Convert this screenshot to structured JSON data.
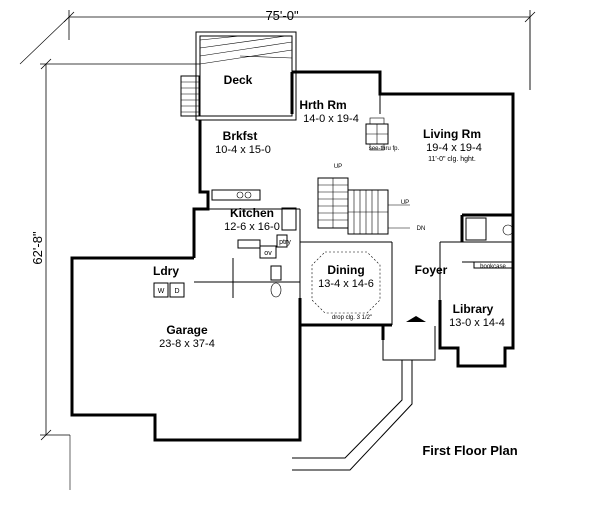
{
  "title": "First Floor Plan",
  "overall_width": "75'-0\"",
  "overall_depth": "62'-8\"",
  "rooms": [
    {
      "key": "deck",
      "name": "Deck",
      "dims": ""
    },
    {
      "key": "hearth",
      "name": "Hrth Rm",
      "dims": "14-0 x 19-4"
    },
    {
      "key": "breakfast",
      "name": "Brkfst",
      "dims": "10-4 x 15-0"
    },
    {
      "key": "living",
      "name": "Living Rm",
      "dims": "19-4 x 19-4"
    },
    {
      "key": "kitchen",
      "name": "Kitchen",
      "dims": "12-6 x 16-0"
    },
    {
      "key": "laundry",
      "name": "Ldry",
      "dims": ""
    },
    {
      "key": "dining",
      "name": "Dining",
      "dims": "13-4 x 14-6"
    },
    {
      "key": "foyer",
      "name": "Foyer",
      "dims": ""
    },
    {
      "key": "library",
      "name": "Library",
      "dims": "13-0 x 14-4"
    },
    {
      "key": "garage",
      "name": "Garage",
      "dims": "23-8 x 37-4"
    }
  ],
  "notes": {
    "fireplace": "see-thru fp.",
    "ceiling_height": "11'-0\" clg. hght.",
    "drop_ceiling": "drop clg. 3 1/2\"",
    "bookcase": "bookcase",
    "pantry": "ptry",
    "oven": "ov",
    "washer": "W",
    "dryer": "D",
    "stair_up_1": "UP",
    "stair_up_2": "UP",
    "stair_down": "DN"
  }
}
